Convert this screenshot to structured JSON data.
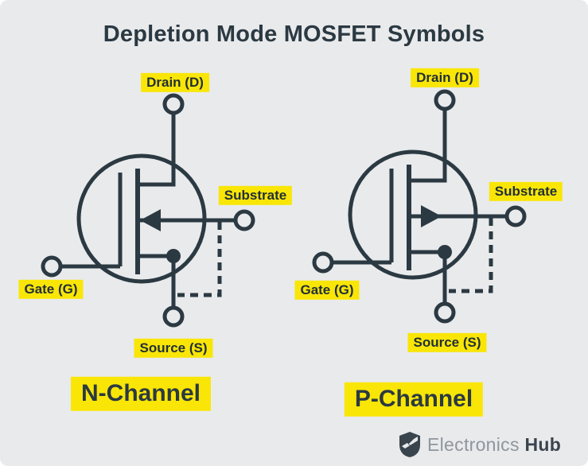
{
  "title": "Depletion Mode MOSFET Symbols",
  "colors": {
    "background": "#e9eaec",
    "ink": "#2b3942",
    "highlight_yellow": "#f9e606",
    "logo_light_gray": "#8f969c",
    "logo_dark": "#39444d"
  },
  "symbols": [
    {
      "caption": "N-Channel",
      "arrow_direction": "left",
      "terminals": {
        "drain": "Drain (D)",
        "gate": "Gate (G)",
        "source": "Source (S)",
        "substrate": "Substrate"
      }
    },
    {
      "caption": "P-Channel",
      "arrow_direction": "right",
      "terminals": {
        "drain": "Drain (D)",
        "gate": "Gate (G)",
        "source": "Source (S)",
        "substrate": "Substrate"
      }
    }
  ],
  "logo": {
    "brand": "Electronics",
    "brand_bold": "Hub"
  }
}
